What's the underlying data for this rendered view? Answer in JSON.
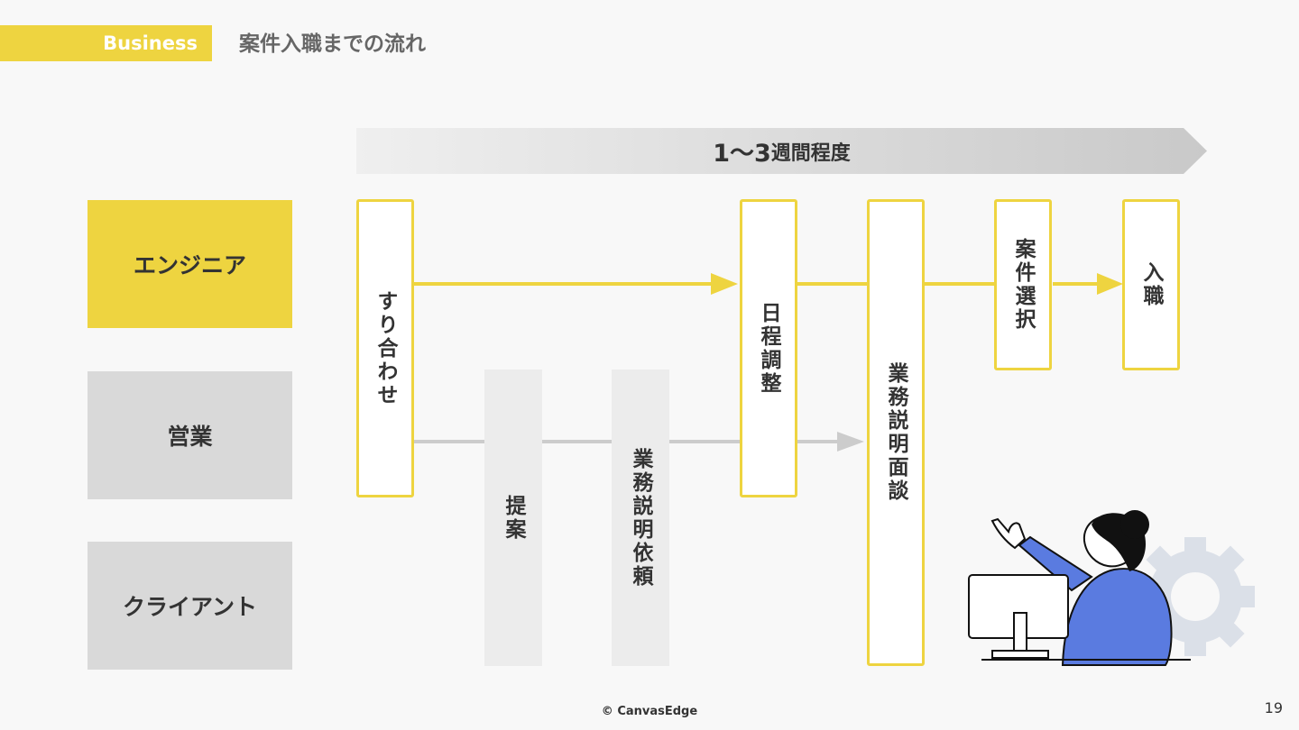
{
  "header": {
    "tag": "Business",
    "title": "案件入職までの流れ"
  },
  "duration": {
    "range": "1〜3",
    "unit": "週間程度"
  },
  "roles": {
    "engineer": "エンジニア",
    "sales": "営業",
    "client": "クライアント"
  },
  "steps": {
    "alignment": "すり合わせ",
    "proposal": "提案",
    "briefing_request": "業務説明依頼",
    "scheduling": "日程調整",
    "briefing_interview": "業務説明面談",
    "selection": "案件選択",
    "onboarding": "入職"
  },
  "colors": {
    "accent": "#eed440",
    "role_gray": "#d9d9d9",
    "step_gray": "#ececec",
    "line_gray": "#cccccc",
    "illustration_blue": "#5a7be0"
  },
  "footer": {
    "copyright": "© CanvasEdge",
    "page_number": "19"
  }
}
